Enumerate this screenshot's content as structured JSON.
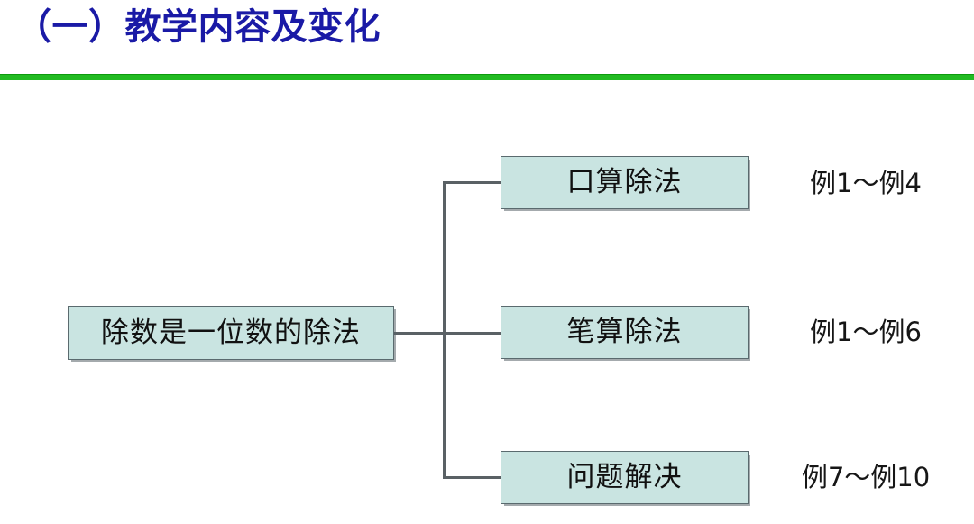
{
  "slide": {
    "title": "（一）教学内容及变化",
    "title_color": "#1a1aa6",
    "rule_color": "#22bb22",
    "background_color": "#ffffff"
  },
  "diagram": {
    "box_fill_color": "#c9e4e1",
    "box_border_color": "#5a6a6e",
    "connector_color": "#5a6165",
    "root": {
      "label": "除数是一位数的除法"
    },
    "branches": [
      {
        "label": "口算除法",
        "examples": "例1～例4"
      },
      {
        "label": "笔算除法",
        "examples": "例1～例6"
      },
      {
        "label": "问题解决",
        "examples": "例7～例10"
      }
    ]
  }
}
